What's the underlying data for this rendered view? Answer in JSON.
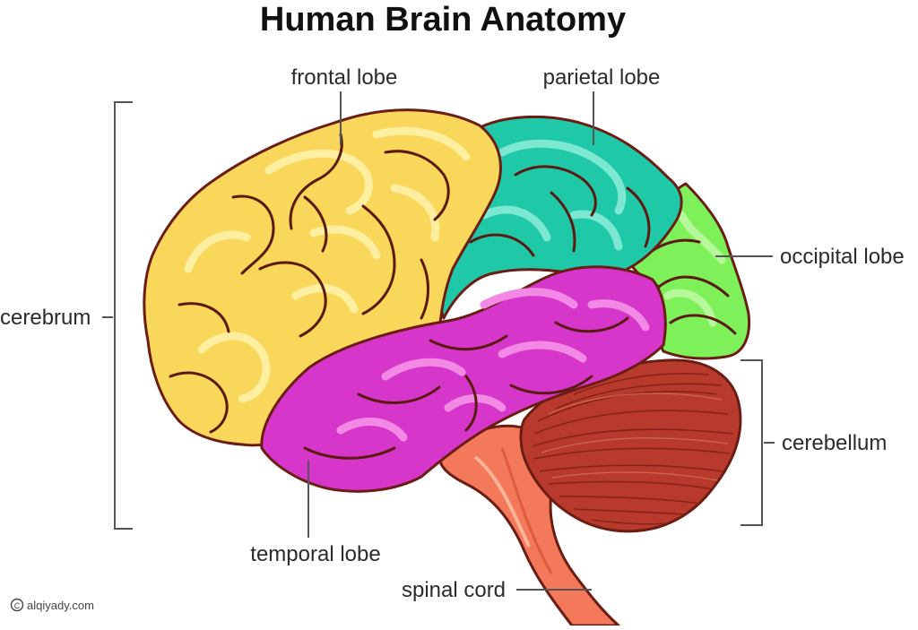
{
  "title": "Human Brain Anatomy",
  "labels": {
    "frontal_lobe": "frontal lobe",
    "parietal_lobe": "parietal lobe",
    "occipital_lobe": "occipital lobe",
    "cerebrum": "cerebrum",
    "cerebellum": "cerebellum",
    "temporal_lobe": "temporal lobe",
    "spinal_cord": "spinal cord"
  },
  "credit": "alqiyady.com",
  "colors": {
    "frontal_lobe": "#f8d75a",
    "parietal_lobe": "#1fc9a8",
    "occipital_lobe": "#7df05a",
    "temporal_lobe": "#d636c9",
    "cerebellum": "#b83a2c",
    "brain_stem": "#f3795a",
    "outline": "#6b1d14"
  }
}
